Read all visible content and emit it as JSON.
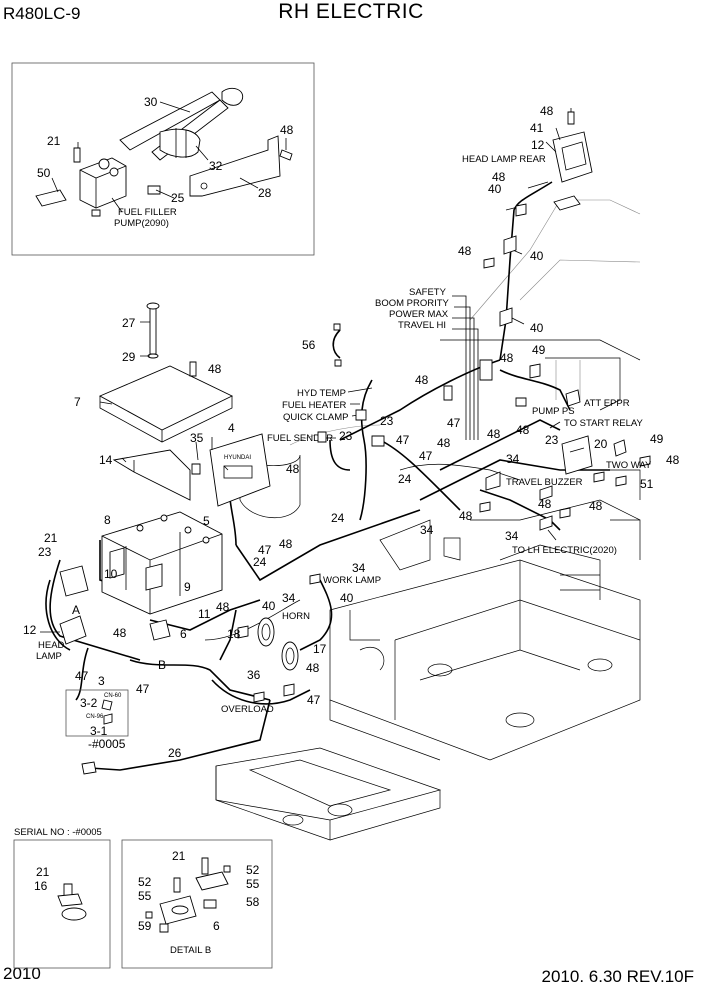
{
  "header": {
    "model": "R480LC-9",
    "title": "RH ELECTRIC",
    "page_number": "2010",
    "revision": "2010. 6.30  REV.10F"
  },
  "labels": {
    "fuel_filler_pump": [
      "FUEL FILLER",
      "PUMP(2090)"
    ],
    "head_lamp_rear": "HEAD LAMP REAR",
    "safety": "SAFETY",
    "boom_priority": "BOOM PRORITY",
    "power_max": "POWER MAX",
    "travel_hi": "TRAVEL HI",
    "hyd_temp": "HYD TEMP",
    "fuel_heater": "FUEL HEATER",
    "quick_clamp": "QUICK CLAMP",
    "fuel_sender": "FUEL SENDER",
    "att_eppr": "ATT EPPR",
    "pump_ps": "PUMP PS",
    "to_start_relay": "TO START RELAY",
    "two_way": "TWO WAY",
    "travel_buzzer": "TRAVEL BUZZER",
    "to_lh_electric": "TO LH ELECTRIC(2020)",
    "work_lamp": "WORK LAMP",
    "horn": "HORN",
    "overload": "OVERLOAD",
    "head_lamp": [
      "HEAD",
      "LAMP"
    ],
    "cn60": "CN-60",
    "cn96": "CN-96",
    "serial_range": "-#0005",
    "serial_no": "SERIAL NO : -#0005",
    "detail_b": "DETAIL B",
    "detail_a_marker": "A",
    "detail_b_marker": "B",
    "brand": "HYUNDAI"
  },
  "part_numbers": {
    "p30": "30",
    "p21a": "21",
    "p50": "50",
    "p32": "32",
    "p25": "25",
    "p48a": "48",
    "p28": "28",
    "p48b": "48",
    "p41": "41",
    "p12a": "12",
    "p48c": "48",
    "p40a": "40",
    "p48d": "48",
    "p40b": "40",
    "p40c": "40",
    "p27": "27",
    "p29": "29",
    "p48e": "48",
    "p56": "56",
    "p7": "7",
    "p49a": "49",
    "p48f": "48",
    "p48g": "48",
    "p23a": "23",
    "p47a": "47",
    "p23b": "23",
    "p35": "35",
    "p4": "4",
    "p14": "14",
    "p48h": "48",
    "p47b": "47",
    "p48i": "48",
    "p48j": "48",
    "p23c": "23",
    "p20": "20",
    "p49b": "49",
    "p48k": "48",
    "p34a": "34",
    "p24a": "24",
    "p51": "51",
    "p48l": "48",
    "p48m": "48",
    "p48n": "48",
    "p34b": "34",
    "p8": "8",
    "p5": "5",
    "p21b": "21",
    "p23d": "23",
    "p10": "10",
    "p9": "9",
    "p47c": "47",
    "p48o": "48",
    "p24b": "24",
    "p24c": "24",
    "p34c": "34",
    "p11": "11",
    "p48p": "48",
    "p40d": "40",
    "p34d": "34",
    "p40e": "40",
    "p12b": "12",
    "p48q": "48",
    "p6a": "6",
    "p18": "18",
    "p17": "17",
    "p47d": "47",
    "p3": "3",
    "p47e": "47",
    "p36": "36",
    "p48r": "48",
    "p47f": "47",
    "p3_2": "3-2",
    "p3_1": "3-1",
    "p26": "26",
    "p21c": "21",
    "p16": "16",
    "p21d": "21",
    "p52a": "52",
    "p52b": "52",
    "p55a": "55",
    "p55b": "55",
    "p58": "58",
    "p59": "59",
    "p6b": "6"
  }
}
